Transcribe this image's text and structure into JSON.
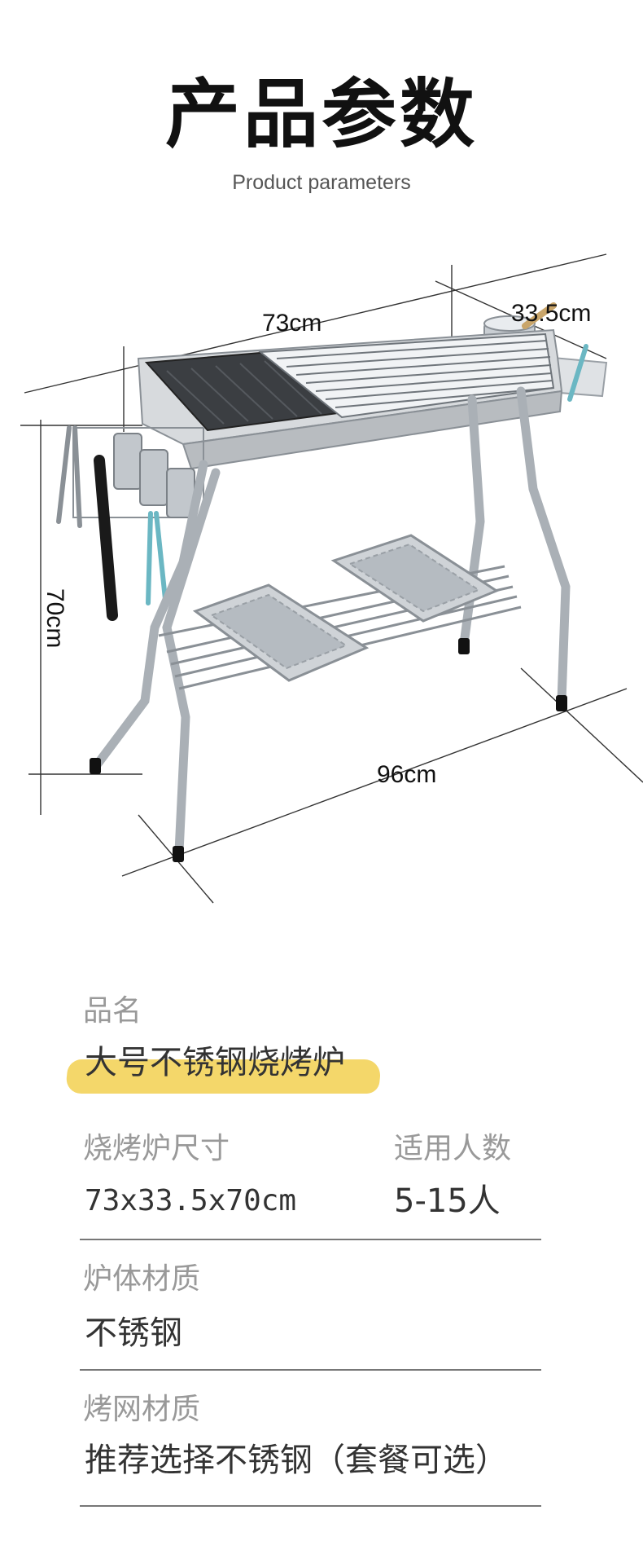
{
  "header": {
    "title": "产品参数",
    "subtitle": "Product parameters"
  },
  "diagram": {
    "width_label": "73cm",
    "depth_label": "33.5cm",
    "height_label": "70cm",
    "length_label": "96cm"
  },
  "specs": {
    "name": {
      "label": "品名",
      "value": "大号不锈钢烧烤炉"
    },
    "size": {
      "label": "烧烤炉尺寸",
      "value": "73x33.5x70cm"
    },
    "people": {
      "label": "适用人数",
      "value": "5-15人"
    },
    "body_material": {
      "label": "炉体材质",
      "value": "不锈钢"
    },
    "grill_material": {
      "label": "烤网材质",
      "value": "推荐选择不锈钢（套餐可选）"
    }
  },
  "colors": {
    "highlight": "#f3d35a",
    "label": "#999999",
    "value": "#333333"
  }
}
